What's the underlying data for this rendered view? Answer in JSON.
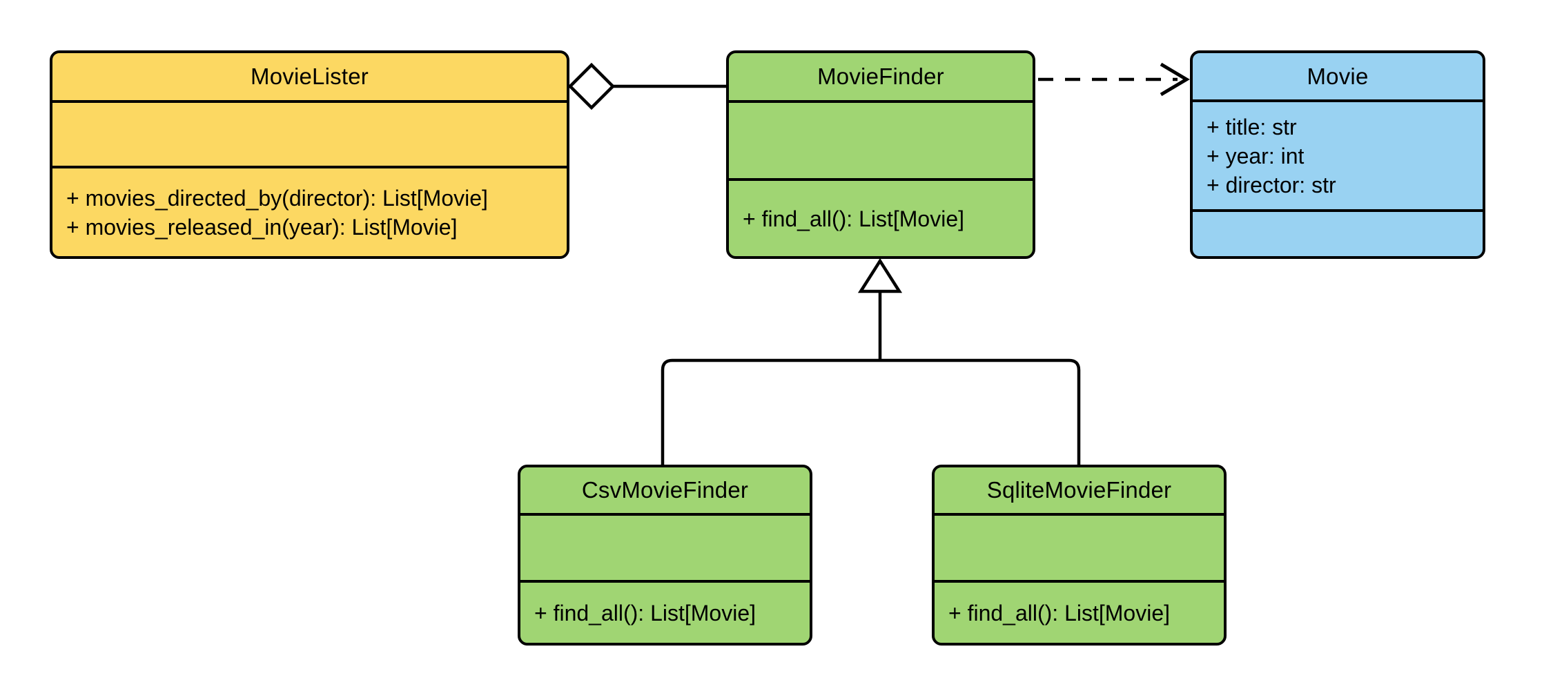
{
  "diagram": {
    "kind": "uml-class-diagram",
    "background": "#ffffff"
  },
  "colors": {
    "yellow": "#FCD862",
    "green": "#A0D573",
    "blue": "#99D2F2",
    "line": "#000000",
    "text": "#000000",
    "white": "#ffffff"
  },
  "classes": [
    {
      "name": "MovieLister",
      "fill": "yellow",
      "attributes": [],
      "methods": [
        "+ movies_directed_by(director): List[Movie]",
        "+ movies_released_in(year): List[Movie]"
      ]
    },
    {
      "name": "MovieFinder",
      "fill": "green",
      "attributes": [],
      "methods": [
        "+ find_all(): List[Movie]"
      ]
    },
    {
      "name": "Movie",
      "fill": "blue",
      "attributes": [
        "+ title: str",
        "+ year: int",
        "+ director: str"
      ],
      "methods": []
    },
    {
      "name": "CsvMovieFinder",
      "fill": "green",
      "attributes": [],
      "methods": [
        "+ find_all(): List[Movie]"
      ]
    },
    {
      "name": "SqliteMovieFinder",
      "fill": "green",
      "attributes": [],
      "methods": [
        "+ find_all(): List[Movie]"
      ]
    }
  ],
  "relationships": [
    {
      "type": "aggregation",
      "from": "MovieLister",
      "to": "MovieFinder",
      "line": "solid",
      "marker": "hollow-diamond-at-source"
    },
    {
      "type": "dependency",
      "from": "MovieFinder",
      "to": "Movie",
      "line": "dashed",
      "marker": "open-arrow-at-target"
    },
    {
      "type": "inheritance",
      "from": "CsvMovieFinder",
      "to": "MovieFinder",
      "line": "solid",
      "marker": "hollow-triangle-at-target"
    },
    {
      "type": "inheritance",
      "from": "SqliteMovieFinder",
      "to": "MovieFinder",
      "line": "solid",
      "marker": "hollow-triangle-at-target"
    }
  ]
}
